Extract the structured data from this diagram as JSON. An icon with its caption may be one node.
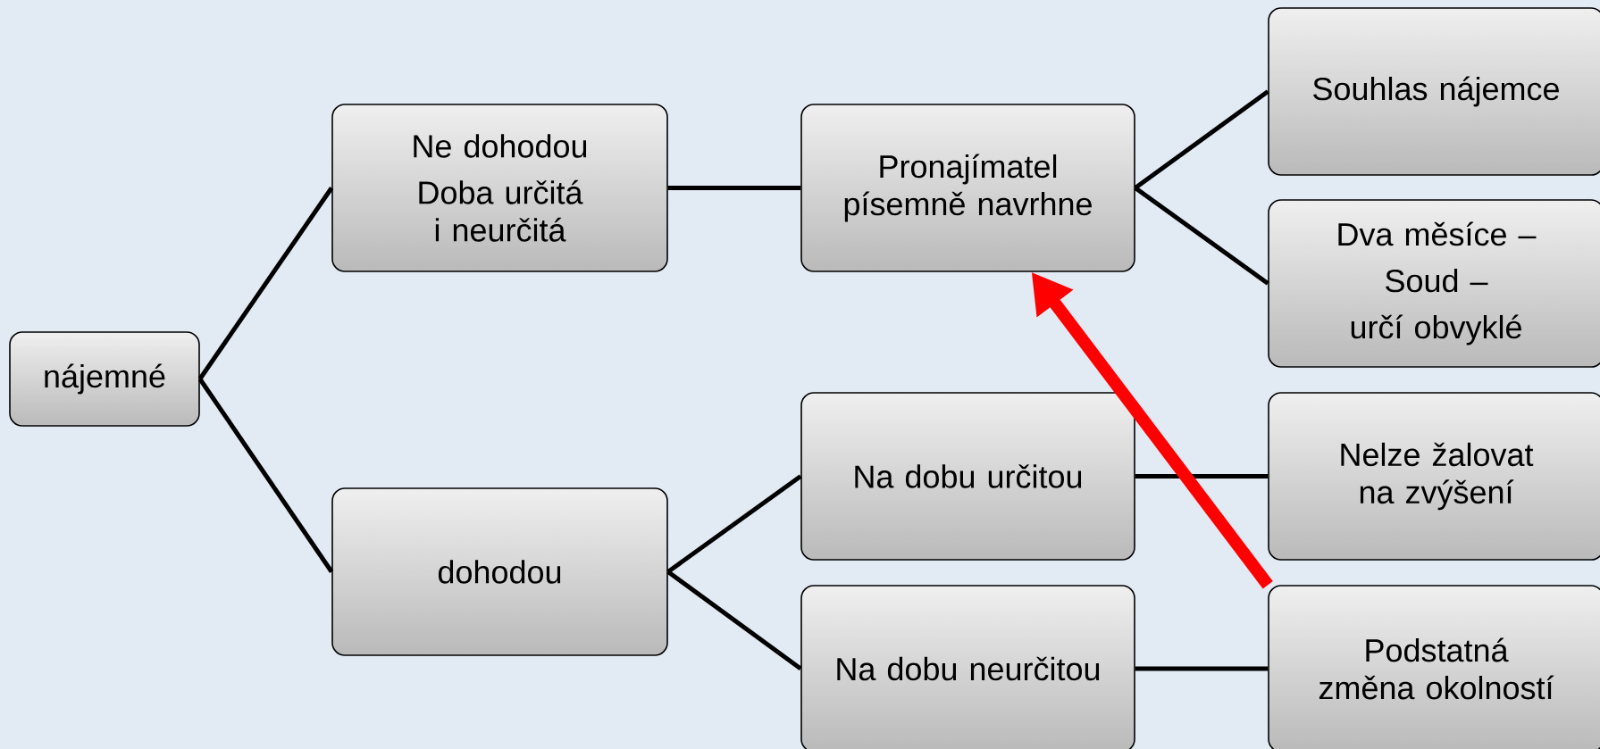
{
  "diagram": {
    "nodes": [
      {
        "text": [
          "nájemné"
        ]
      },
      {
        "text": [
          "Ne dohodou",
          "Doba určitá i neurčitá"
        ]
      },
      {
        "text": [
          "dohodou"
        ]
      },
      {
        "text": [
          "Pronajímatel písemně navrhne"
        ]
      },
      {
        "text": [
          "Na dobu určitou"
        ]
      },
      {
        "text": [
          "Na dobu neurčitou"
        ]
      },
      {
        "text": [
          "Souhlas nájemce"
        ]
      },
      {
        "text": [
          "Dva měsíce –",
          "Soud –",
          "určí obvyklé"
        ]
      },
      {
        "text": [
          "Nelze žalovat na zvýšení"
        ]
      },
      {
        "text": [
          "Podstatná změna okolností"
        ]
      }
    ],
    "edges": [
      {
        "from": 0,
        "to": 1,
        "arrow": "none"
      },
      {
        "from": 0,
        "to": 2,
        "arrow": "none"
      },
      {
        "from": 1,
        "to": 3,
        "arrow": "none"
      },
      {
        "from": 3,
        "to": 6,
        "arrow": "none"
      },
      {
        "from": 3,
        "to": 7,
        "arrow": "none"
      },
      {
        "from": 2,
        "to": 4,
        "arrow": "none"
      },
      {
        "from": 2,
        "to": 5,
        "arrow": "none"
      },
      {
        "from": 4,
        "to": 8,
        "arrow": "none"
      },
      {
        "from": 5,
        "to": 9,
        "arrow": "none"
      },
      {
        "from": 9,
        "to": 3,
        "arrow": "to",
        "style": "thick",
        "color": "#ff0000"
      }
    ]
  }
}
